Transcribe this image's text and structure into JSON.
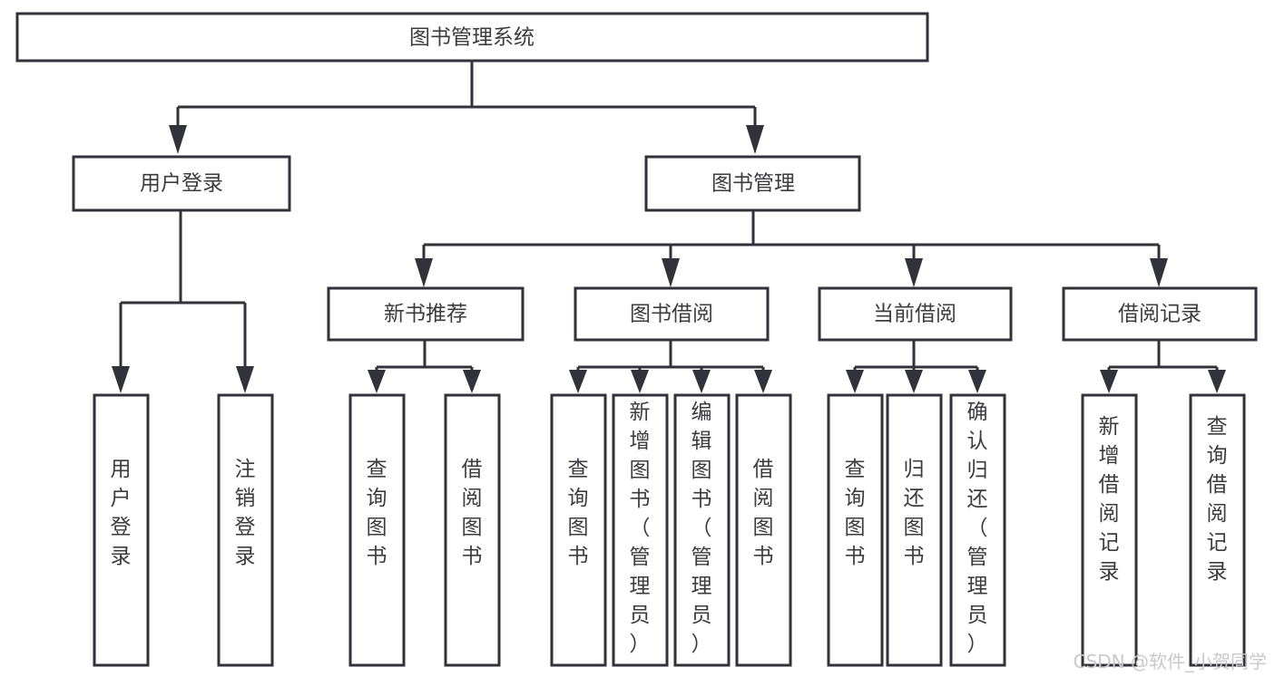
{
  "diagram": {
    "title": "图书管理系统",
    "type": "hierarchy-tree",
    "orientation": "top-down",
    "stroke_color": "#32323a",
    "box_fill_color": "#ffffff",
    "text_color": "#3b3b42",
    "background_color": "#ffffff"
  },
  "nodes": {
    "root": {
      "label": "图书管理系统",
      "level": 1,
      "text_orientation": "horizontal"
    },
    "l2": [
      {
        "label": "用户登录",
        "level": 2,
        "text_orientation": "horizontal"
      },
      {
        "label": "图书管理",
        "level": 2,
        "text_orientation": "horizontal"
      }
    ],
    "l3": [
      {
        "label": "新书推荐",
        "level": 3,
        "text_orientation": "horizontal"
      },
      {
        "label": "图书借阅",
        "level": 3,
        "text_orientation": "horizontal"
      },
      {
        "label": "当前借阅",
        "level": 3,
        "text_orientation": "horizontal"
      },
      {
        "label": "借阅记录",
        "level": 3,
        "text_orientation": "horizontal"
      }
    ],
    "leaves": [
      {
        "label": "用户登录",
        "parent": "用户登录",
        "level": 3,
        "text_orientation": "vertical",
        "chars": [
          "用",
          "户",
          "登",
          "录"
        ]
      },
      {
        "label": "注销登录",
        "parent": "用户登录",
        "level": 3,
        "text_orientation": "vertical",
        "chars": [
          "注",
          "销",
          "登",
          "录"
        ]
      },
      {
        "label": "查询图书",
        "parent": "新书推荐",
        "level": 4,
        "text_orientation": "vertical",
        "chars": [
          "查",
          "询",
          "图",
          "书"
        ]
      },
      {
        "label": "借阅图书",
        "parent": "新书推荐",
        "level": 4,
        "text_orientation": "vertical",
        "chars": [
          "借",
          "阅",
          "图",
          "书"
        ]
      },
      {
        "label": "查询图书",
        "parent": "图书借阅",
        "level": 4,
        "text_orientation": "vertical",
        "chars": [
          "查",
          "询",
          "图",
          "书"
        ]
      },
      {
        "label": "新增图书（管理员）",
        "parent": "图书借阅",
        "level": 4,
        "text_orientation": "vertical",
        "chars": [
          "新",
          "增",
          "图",
          "书",
          "（",
          "管",
          "理",
          "员",
          "）"
        ]
      },
      {
        "label": "编辑图书（管理员）",
        "parent": "图书借阅",
        "level": 4,
        "text_orientation": "vertical",
        "chars": [
          "编",
          "辑",
          "图",
          "书",
          "（",
          "管",
          "理",
          "员",
          "）"
        ]
      },
      {
        "label": "借阅图书",
        "parent": "图书借阅",
        "level": 4,
        "text_orientation": "vertical",
        "chars": [
          "借",
          "阅",
          "图",
          "书"
        ]
      },
      {
        "label": "查询图书",
        "parent": "当前借阅",
        "level": 4,
        "text_orientation": "vertical",
        "chars": [
          "查",
          "询",
          "图",
          "书"
        ]
      },
      {
        "label": "归还图书",
        "parent": "当前借阅",
        "level": 4,
        "text_orientation": "vertical",
        "chars": [
          "归",
          "还",
          "图",
          "书"
        ]
      },
      {
        "label": "确认归还（管理员）",
        "parent": "当前借阅",
        "level": 4,
        "text_orientation": "vertical",
        "chars": [
          "确",
          "认",
          "归",
          "还",
          "（",
          "管",
          "理",
          "员",
          "）"
        ]
      },
      {
        "label": "新增借阅记录",
        "parent": "借阅记录",
        "level": 4,
        "text_orientation": "vertical",
        "chars": [
          "新",
          "增",
          "借",
          "阅",
          "记",
          "录"
        ]
      },
      {
        "label": "查询借阅记录",
        "parent": "借阅记录",
        "level": 4,
        "text_orientation": "vertical",
        "chars": [
          "查",
          "询",
          "借",
          "阅",
          "记",
          "录"
        ]
      }
    ]
  },
  "edges": [
    {
      "from": "图书管理系统",
      "to": "用户登录"
    },
    {
      "from": "图书管理系统",
      "to": "图书管理"
    },
    {
      "from": "用户登录",
      "to": "用户登录(叶)"
    },
    {
      "from": "用户登录",
      "to": "注销登录"
    },
    {
      "from": "图书管理",
      "to": "新书推荐"
    },
    {
      "from": "图书管理",
      "to": "图书借阅"
    },
    {
      "from": "图书管理",
      "to": "当前借阅"
    },
    {
      "from": "图书管理",
      "to": "借阅记录"
    },
    {
      "from": "新书推荐",
      "to": "查询图书"
    },
    {
      "from": "新书推荐",
      "to": "借阅图书"
    },
    {
      "from": "图书借阅",
      "to": "查询图书"
    },
    {
      "from": "图书借阅",
      "to": "新增图书（管理员）"
    },
    {
      "from": "图书借阅",
      "to": "编辑图书（管理员）"
    },
    {
      "from": "图书借阅",
      "to": "借阅图书"
    },
    {
      "from": "当前借阅",
      "to": "查询图书"
    },
    {
      "from": "当前借阅",
      "to": "归还图书"
    },
    {
      "from": "当前借阅",
      "to": "确认归还（管理员）"
    },
    {
      "from": "借阅记录",
      "to": "新增借阅记录"
    },
    {
      "from": "借阅记录",
      "to": "查询借阅记录"
    }
  ],
  "watermark": {
    "text": "CSDN @软件_小贺同学",
    "color": "#c9c9cd"
  }
}
